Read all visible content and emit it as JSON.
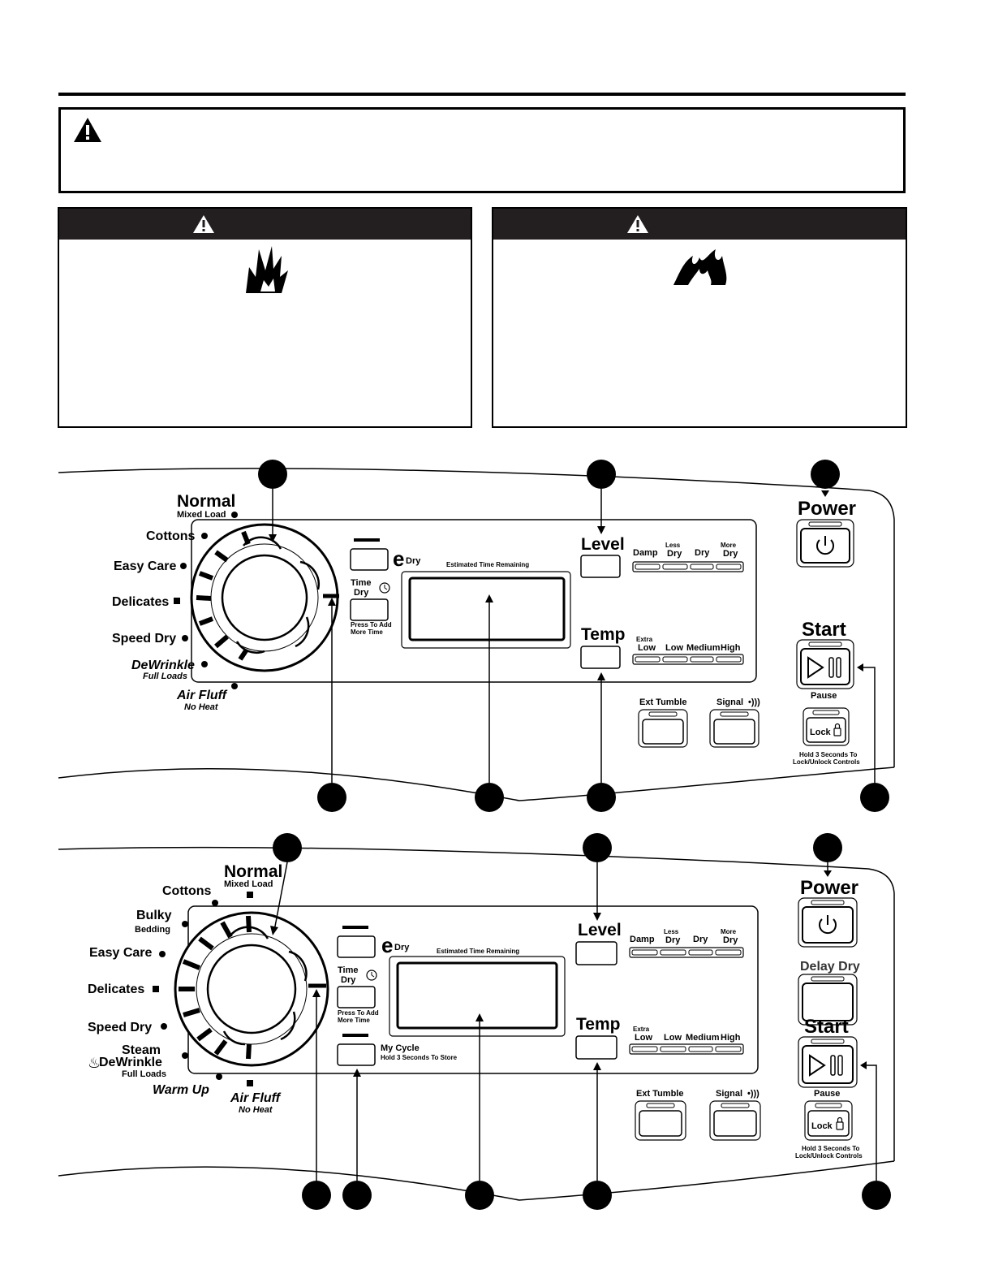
{
  "panel1": {
    "cycles": [
      {
        "name": "Normal",
        "sub": "Mixed Load"
      },
      {
        "name": "Cottons",
        "sub": ""
      },
      {
        "name": "Easy Care",
        "sub": ""
      },
      {
        "name": "Delicates",
        "sub": ""
      },
      {
        "name": "Speed Dry",
        "sub": ""
      },
      {
        "name": "DeWrinkle",
        "sub": "Full Loads"
      },
      {
        "name": "Air Fluff",
        "sub": "No Heat"
      }
    ],
    "edry": "Dry",
    "time_dry": [
      "Time",
      "Dry"
    ],
    "press_add": [
      "Press To Add",
      "More Time"
    ],
    "display_label": "Estimated Time Remaining",
    "level": "Level",
    "level_options": [
      [
        "Damp"
      ],
      [
        "Less",
        "Dry"
      ],
      [
        "Dry"
      ],
      [
        "More",
        "Dry"
      ]
    ],
    "temp": "Temp",
    "temp_options": [
      [
        "Extra",
        "Low"
      ],
      [
        "Low"
      ],
      [
        "Medium"
      ],
      [
        "High"
      ]
    ],
    "ext_tumble": "Ext Tumble",
    "signal": "Signal",
    "power": "Power",
    "start": "Start",
    "pause": "Pause",
    "lock": "Lock",
    "lock_note": [
      "Hold 3 Seconds To",
      "Lock/Unlock Controls"
    ]
  },
  "panel2": {
    "cycles": [
      {
        "name": "Normal",
        "sub": "Mixed Load"
      },
      {
        "name": "Cottons",
        "sub": ""
      },
      {
        "name": "Bulky",
        "sub": "Bedding"
      },
      {
        "name": "Easy Care",
        "sub": ""
      },
      {
        "name": "Delicates",
        "sub": ""
      },
      {
        "name": "Speed Dry",
        "sub": ""
      },
      {
        "name": "Steam",
        "sub": "DeWrinkle"
      },
      {
        "name": "Full Loads",
        "sub": ""
      },
      {
        "name": "Warm Up",
        "sub": ""
      },
      {
        "name": "Air Fluff",
        "sub": "No Heat"
      }
    ],
    "my_cycle": "My Cycle",
    "my_cycle_note": "Hold 3 Seconds To Store",
    "delay_dry": "Delay Dry"
  }
}
